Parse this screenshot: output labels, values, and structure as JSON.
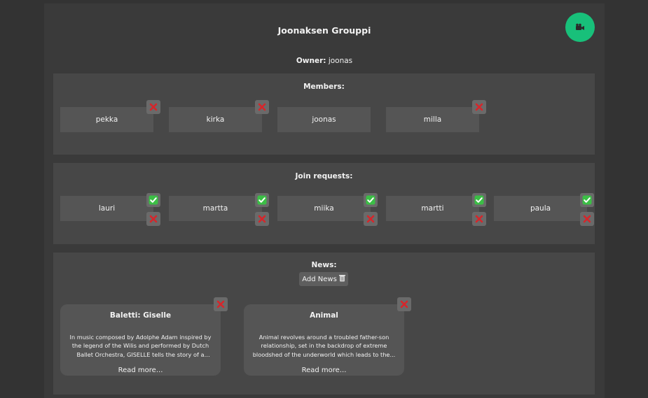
{
  "group": {
    "title": "Joonaksen Grouppi",
    "owner_label": "Owner:",
    "owner": "joonas"
  },
  "call_button": {
    "icon": "video-camera-icon",
    "color": "#18c07a"
  },
  "members": {
    "title": "Members:",
    "items": [
      {
        "name": "pekka",
        "removable": true
      },
      {
        "name": "kirka",
        "removable": true
      },
      {
        "name": "joonas",
        "removable": false
      },
      {
        "name": "milla",
        "removable": true
      }
    ]
  },
  "join_requests": {
    "title": "Join requests:",
    "items": [
      {
        "name": "lauri"
      },
      {
        "name": "martta"
      },
      {
        "name": "miika"
      },
      {
        "name": "martti"
      },
      {
        "name": "paula"
      }
    ]
  },
  "news": {
    "title": "News:",
    "add_label": "Add News",
    "add_icon": "wastebasket-icon",
    "items": [
      {
        "title": "Baletti: Giselle",
        "body": "In music composed by Adolphe Adam inspired by the legend of the Wilis and performed by Dutch Ballet Orchestra, GISELLE tells the story of a youn...",
        "more": "Read more..."
      },
      {
        "title": "Animal",
        "body": "Animal revolves around a troubled father-son relationship, set in the backdrop of extreme bloodshed of the underworld which leads to the...",
        "more": "Read more..."
      }
    ]
  },
  "colors": {
    "accent_green": "#18c07a",
    "reject_red": "#d6262b",
    "approve_green": "#3bbf45"
  }
}
